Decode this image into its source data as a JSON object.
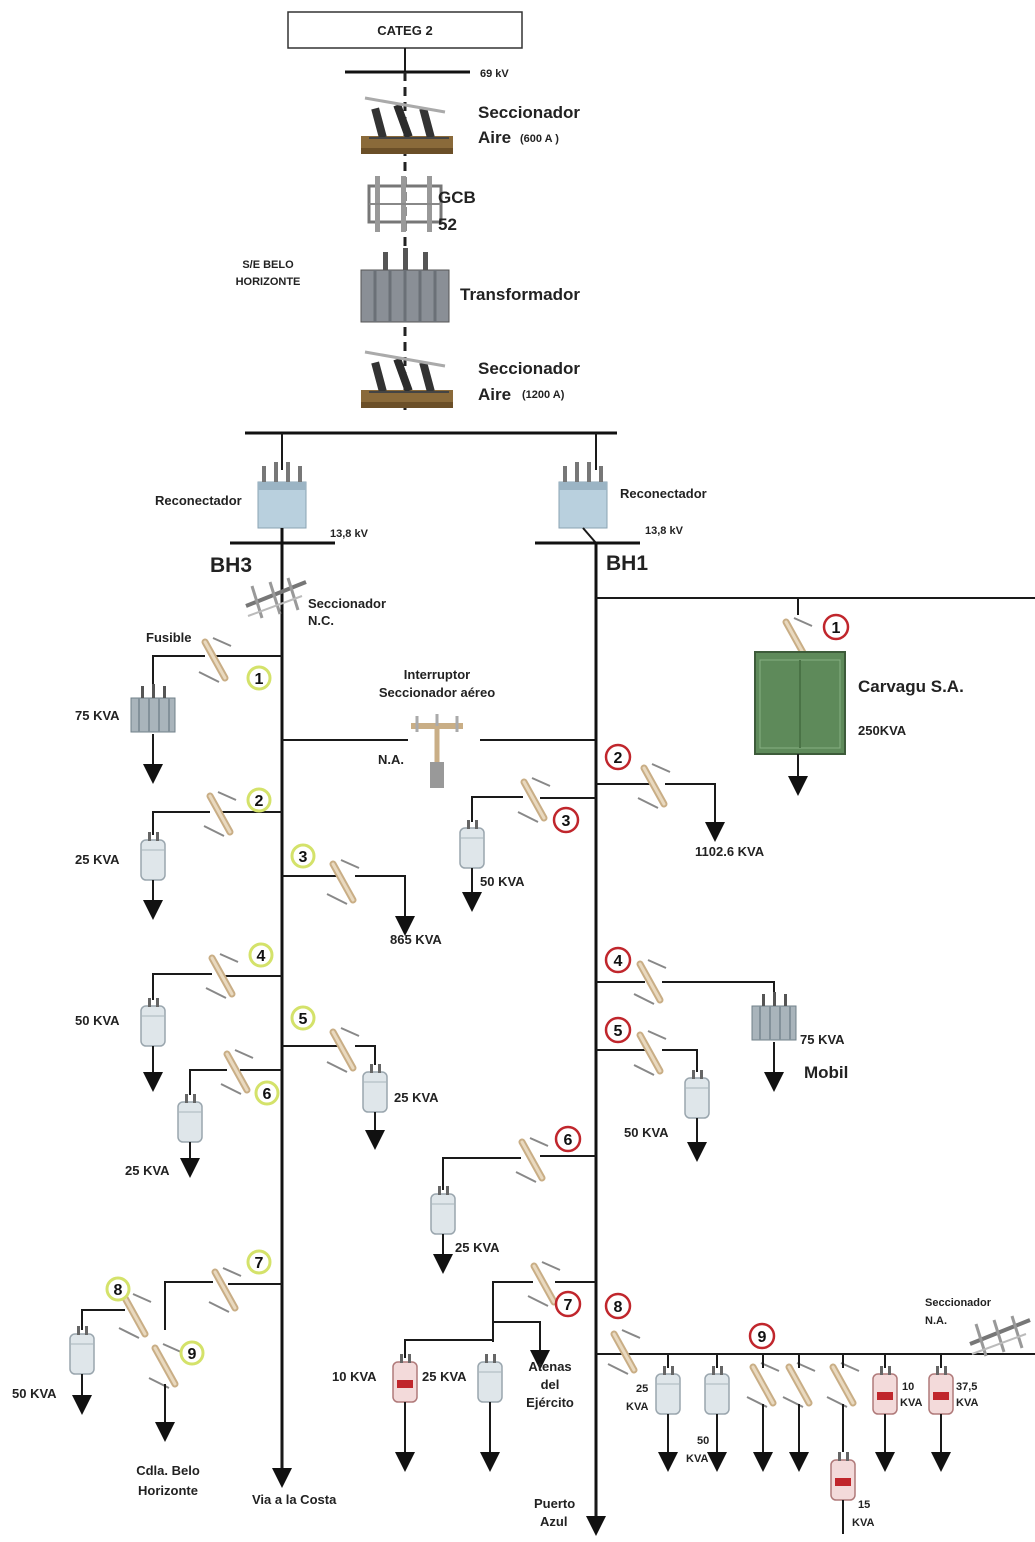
{
  "header": {
    "categ": "CATEG 2",
    "hv": "69 kV"
  },
  "substation": {
    "name_line1": "S/E BELO",
    "name_line2": "HORIZONTE",
    "seccionador_top_line1": "Seccionador",
    "seccionador_top_line2": "Aire",
    "seccionador_top_rating": "(600 A )",
    "gcb_line1": "GCB",
    "gcb_line2": "52",
    "transformador": "Transformador",
    "seccionador_bot_line1": "Seccionador",
    "seccionador_bot_line2": "Aire",
    "seccionador_bot_rating": "(1200 A)"
  },
  "left_feeder": {
    "reconectador": "Reconectador",
    "voltage": "13,8 kV",
    "name": "BH3",
    "seccionador_line1": "Seccionador",
    "seccionador_line2": "N.C.",
    "fusible": "Fusible",
    "loads": {
      "l1": "75 KVA",
      "l2": "25 KVA",
      "l3": "865 KVA",
      "l4": "50 KVA",
      "l5": "25 KVA",
      "l6": "25 KVA",
      "l8": "50 KVA"
    },
    "cdla_line1": "Cdla. Belo",
    "cdla_line2": "Horizonte",
    "via": "Via a la Costa",
    "markers": [
      "1",
      "2",
      "3",
      "4",
      "5",
      "6",
      "7",
      "8",
      "9"
    ]
  },
  "tie": {
    "label_line1": "Interruptor",
    "label_line2": "Seccionador aéreo",
    "state": "N.A."
  },
  "right_feeder": {
    "reconectador": "Reconectador",
    "voltage": "13,8 kV",
    "name": "BH1",
    "carvagu": "Carvagu S.A.",
    "carvagu_kva": "250KVA",
    "loads": {
      "l2": "1102.6 KVA",
      "l3": "50 KVA",
      "l4": "75 KVA",
      "l4_name": "Mobil",
      "l5": "50 KVA",
      "l6": "25 KVA",
      "l7a": "10 KVA",
      "l7b": "25 KVA"
    },
    "atenas_line1": "Atenas",
    "atenas_line2": "del",
    "atenas_line3": "Ejército",
    "puerto_line1": "Puerto",
    "puerto_line2": "Azul",
    "sec_na_line1": "Seccionador",
    "sec_na_line2": "N.A.",
    "branch9": {
      "a_line1": "25",
      "a_line2": "KVA",
      "b_line1": "50",
      "b_line2": "KVA",
      "c_line1": "10",
      "c_line2": "KVA",
      "d_line1": "37,5",
      "d_line2": "KVA",
      "e_line1": "15",
      "e_line2": "KVA"
    },
    "markers": [
      "1",
      "2",
      "3",
      "4",
      "5",
      "6",
      "7",
      "8",
      "9"
    ]
  },
  "colors": {
    "green_marker": "#d4e26a",
    "red_marker": "#c0262c",
    "line": "#1a1a1a",
    "transformer": "#9aa7b2",
    "cabinet": "#5e8a5a"
  },
  "icons": [
    "air-switch-icon",
    "breaker-icon",
    "power-transformer-icon",
    "recloser-icon",
    "fuse-cutout-icon",
    "pole-transformer-icon",
    "pad-transformer-icon",
    "load-arrow-icon"
  ]
}
